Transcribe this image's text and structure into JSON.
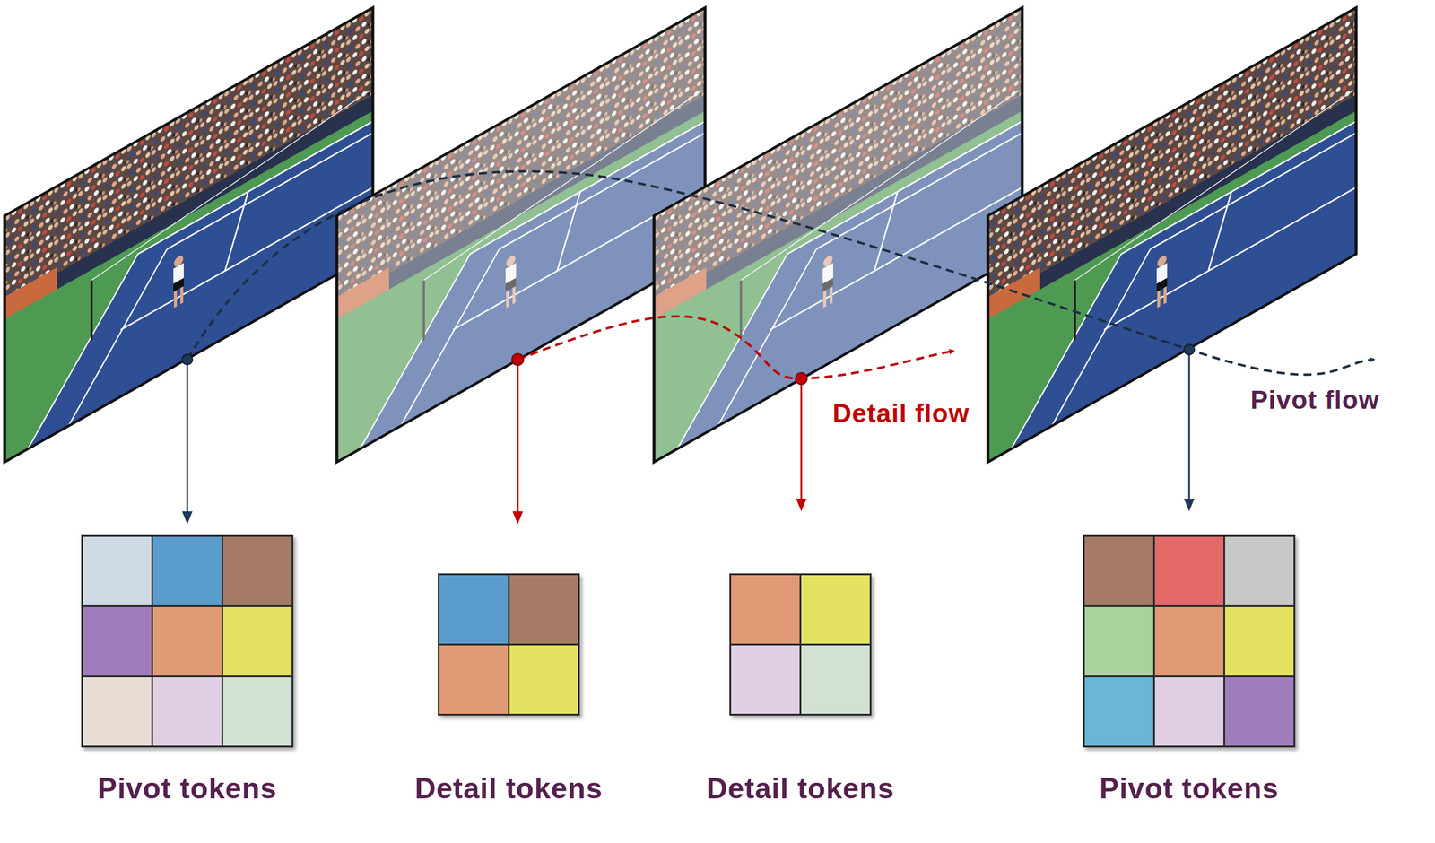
{
  "diagram": {
    "nodes": [
      {
        "text": [
          "Pivot tokens"
        ]
      },
      {
        "text": [
          "Detail tokens"
        ]
      },
      {
        "text": [
          "Detail tokens"
        ]
      },
      {
        "text": [
          "Pivot tokens"
        ]
      }
    ],
    "labels": [
      "Detail flow",
      "Pivot flow"
    ]
  }
}
